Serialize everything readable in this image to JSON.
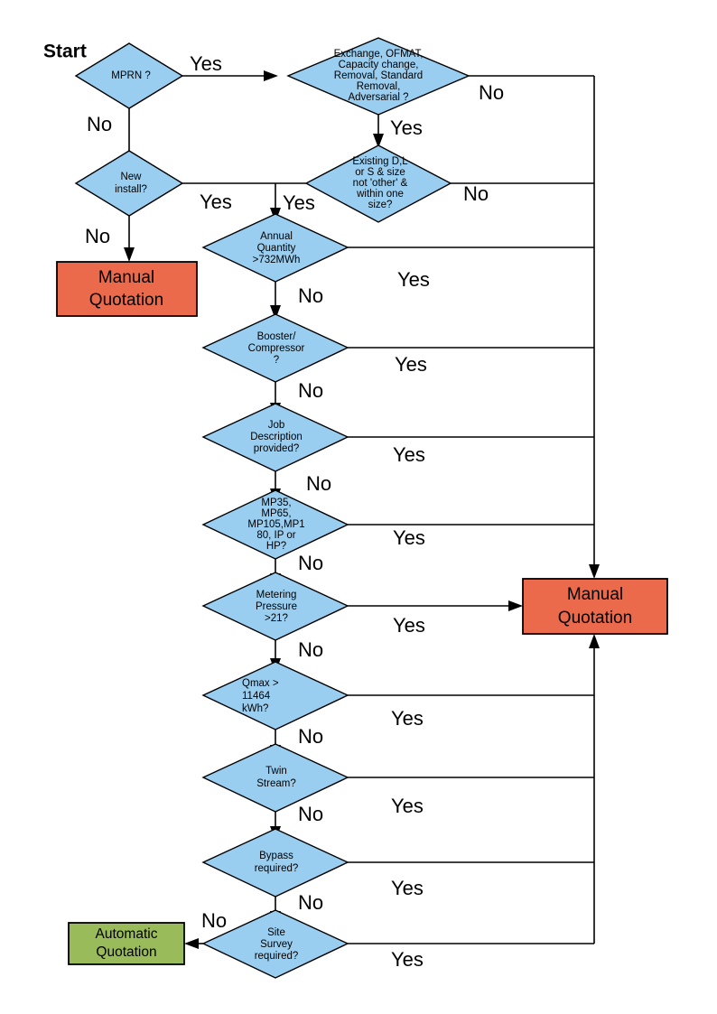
{
  "diagram": {
    "title_marker": "Start",
    "colors": {
      "decision_fill": "#9ACEF0",
      "manual_fill": "#EC6A4C",
      "automatic_fill": "#9ABB59",
      "stroke": "#000000",
      "background": "#FFFFFF"
    },
    "nodes": {
      "mprn": {
        "type": "decision",
        "lines": [
          "MPRN ?"
        ]
      },
      "exchange": {
        "type": "decision",
        "lines": [
          "Exchange, OFMAT,",
          "Capacity change,",
          "Removal, Standard",
          "Removal,",
          "Adversarial ?"
        ]
      },
      "new_install": {
        "type": "decision",
        "lines": [
          "New",
          "install?"
        ]
      },
      "existing": {
        "type": "decision",
        "lines": [
          "Existing D,L",
          "or S & size",
          "not 'other' &",
          "within one",
          "size?"
        ]
      },
      "annual_quantity": {
        "type": "decision",
        "lines": [
          "Annual",
          "Quantity",
          ">732MWh"
        ]
      },
      "booster": {
        "type": "decision",
        "lines": [
          "Booster/",
          "Compressor",
          "?"
        ]
      },
      "job_description": {
        "type": "decision",
        "lines": [
          "Job",
          "Description",
          "provided?"
        ]
      },
      "mp_sizes": {
        "type": "decision",
        "lines": [
          "MP35,",
          "MP65,",
          "MP105,MP1",
          "80, IP or",
          "HP?"
        ]
      },
      "metering_pressure": {
        "type": "decision",
        "lines": [
          "Metering",
          "Pressure",
          ">21?"
        ]
      },
      "qmax": {
        "type": "decision",
        "lines": [
          "Qmax >",
          "11464",
          "kWh?"
        ]
      },
      "twin_stream": {
        "type": "decision",
        "lines": [
          "Twin",
          "Stream?"
        ]
      },
      "bypass": {
        "type": "decision",
        "lines": [
          "Bypass",
          "required?"
        ]
      },
      "site_survey": {
        "type": "decision",
        "lines": [
          "Site",
          "Survey",
          "required?"
        ]
      },
      "manual_left": {
        "type": "terminal",
        "lines": [
          "Manual",
          "Quotation"
        ]
      },
      "manual_right": {
        "type": "terminal",
        "lines": [
          "Manual",
          "Quotation"
        ]
      },
      "automatic": {
        "type": "terminal",
        "lines": [
          "Automatic",
          "Quotation"
        ]
      }
    },
    "edge_labels": {
      "mprn_yes": "Yes",
      "mprn_no": "No",
      "exchange_no": "No",
      "exchange_yes": "Yes",
      "new_install_yes": "Yes",
      "new_install_no": "No",
      "existing_yes": "Yes",
      "existing_no": "No",
      "annual_yes": "Yes",
      "annual_no": "No",
      "booster_yes": "Yes",
      "booster_no": "No",
      "job_yes": "Yes",
      "job_no": "No",
      "mp_yes": "Yes",
      "mp_no": "No",
      "metering_yes": "Yes",
      "metering_no": "No",
      "qmax_yes": "Yes",
      "qmax_no": "No",
      "twin_yes": "Yes",
      "twin_no": "No",
      "bypass_yes": "Yes",
      "bypass_no": "No",
      "survey_yes": "Yes",
      "survey_no": "No"
    }
  }
}
